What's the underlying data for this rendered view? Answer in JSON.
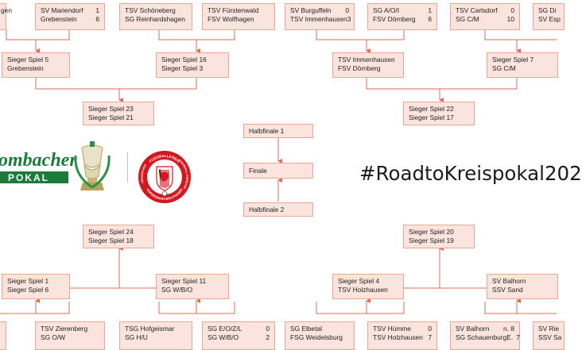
{
  "colors": {
    "box_fill": "#fbe4dd",
    "box_border": "#e9a695",
    "connector": "#e26a58",
    "brand_green": "#1c7a3a",
    "seal_red": "#d4161e"
  },
  "top_row": [
    {
      "t1": "",
      "s1": "",
      "t2": "gen",
      "s2": ""
    },
    {
      "t1": "SV Mariendorf",
      "s1": "1",
      "t2": "Grebenstein",
      "s2": "6"
    },
    {
      "t1": "TSV Schöneberg",
      "s1": "",
      "t2": "SG Reinhardshagen",
      "s2": ""
    },
    {
      "t1": "TSV Fürstenwald",
      "s1": "",
      "t2": "FSV Wolfhagen",
      "s2": ""
    },
    {
      "t1": "SV Burguffeln",
      "s1": "0",
      "t2": "TSV Immenhausen",
      "s2": "3"
    },
    {
      "t1": "SG A/O/I",
      "s1": "1",
      "t2": "FSV Dörnberg",
      "s2": "6"
    },
    {
      "t1": "TSV Carlsdorf",
      "s1": "0",
      "t2": "SG C/M",
      "s2": "10"
    },
    {
      "t1": "SG Di",
      "s1": "",
      "t2": "SV Esp",
      "s2": ""
    }
  ],
  "round2_top": [
    {
      "l1": "Sieger Spiel 5",
      "l2": "Grebenstein"
    },
    {
      "l1": "Sieger Spiel 16",
      "l2": "Sieger Spiel 3"
    },
    {
      "l1": "TSV Immenhausen",
      "l2": "FSV Dörnberg"
    },
    {
      "l1": "Sieger Spiel 7",
      "l2": "SG C/M"
    }
  ],
  "round3_top": [
    {
      "l1": "Sieger Spiel 23",
      "l2": "Sieger Spiel 21"
    },
    {
      "l1": "Sieger Spiel 22",
      "l2": "Sieger Spiel 17"
    }
  ],
  "center": {
    "semi1": "Halbfinale 1",
    "final": "Finale",
    "semi2": "Halbfinale 2"
  },
  "round3_bottom": [
    {
      "l1": "Sieger Spiel 24",
      "l2": "Sieger Spiel 18"
    },
    {
      "l1": "Sieger Spiel 20",
      "l2": "Sieger Spiel 19"
    }
  ],
  "round2_bottom": [
    {
      "l1": "Sieger Spiel 1",
      "l2": "Sieger Spiel 6"
    },
    {
      "l1": "Sieger Spiel 11",
      "l2": "SG W/B/O"
    },
    {
      "l1": "Sieger Spiel 4",
      "l2": "TSV Holzhausen"
    },
    {
      "l1": "SV Balhorn",
      "l2": "SSV Sand"
    }
  ],
  "bottom_row": [
    {
      "t1": "",
      "s1": "",
      "t2": "",
      "s2": ""
    },
    {
      "t1": "TSV Zierenberg",
      "s1": "",
      "t2": "SG O/W",
      "s2": ""
    },
    {
      "t1": "TSG Hofgeismar",
      "s1": "",
      "t2": "SG H/U",
      "s2": ""
    },
    {
      "t1": "SG E/O/Z/L",
      "s1": "0",
      "t2": "SG W/B/O",
      "s2": "2"
    },
    {
      "t1": "SG Elbetal",
      "s1": "",
      "t2": "FSG Weidelsburg",
      "s2": ""
    },
    {
      "t1": "TSV Hümme",
      "s1": "0",
      "t2": "TSV Holzhausen",
      "s2": "7"
    },
    {
      "t1": "SV Balhorn",
      "s1": "n. 8",
      "t2": "SG SchauenburgE.",
      "s2": "7"
    },
    {
      "t1": "SV Rie",
      "s1": "",
      "t2": "SSV Sa",
      "s2": ""
    }
  ],
  "hashtag": "#RoadtoKreispokal202",
  "logo": {
    "brand_word": "ombacher",
    "pokal_word": "POKAL",
    "icon": "trophy-icon"
  },
  "seal": {
    "ring_top": "FUSSBALLKREIS",
    "ring_bottom": "HOFGEISMAR-WOLFHAGEN",
    "ring_left": "HESSISCHER",
    "ring_right": "FUSSBALL-VERBAND",
    "icon": "hessian-lion-crest-icon"
  }
}
